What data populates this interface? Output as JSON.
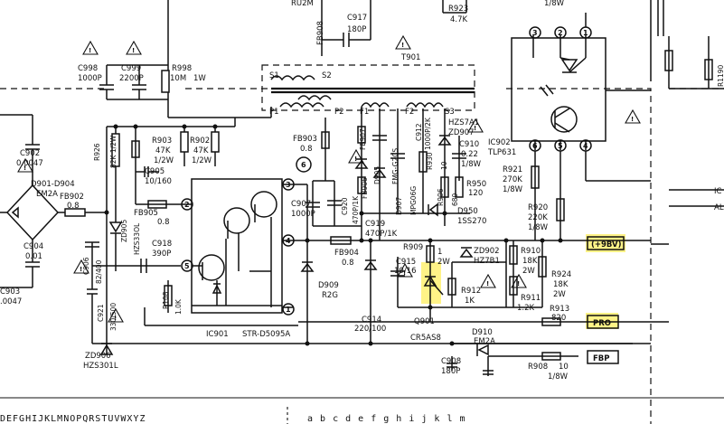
{
  "components": {
    "ru2m": "RU2M",
    "c917": [
      "C917",
      "180P"
    ],
    "fb908": "FB908",
    "r923": [
      "R923",
      "4.7K"
    ],
    "w18_top": "1/8W",
    "t901": "T901",
    "s1": "S1",
    "s2": "S2",
    "p1": "P1",
    "p2": "P2",
    "f1": "F1",
    "f2": "F2",
    "s3": "S3",
    "c998": [
      "C998",
      "1000P"
    ],
    "c999": [
      "C999",
      "2200P"
    ],
    "r998": [
      "R998",
      "10M",
      "1W"
    ],
    "c902": [
      "C902",
      "0.0047"
    ],
    "d901": [
      "D901-D904",
      "EM2A"
    ],
    "fb902": [
      "FB902",
      "0.8"
    ],
    "c904": [
      "C904",
      "0.01"
    ],
    "c903": [
      "C903",
      ".0047"
    ],
    "r926": [
      "R926",
      "82K 1/2W"
    ],
    "r903": [
      "R903",
      "47K",
      "1/2W"
    ],
    "r902": [
      "R902",
      "47K",
      "1/2W"
    ],
    "c905": [
      "C905",
      "10/160"
    ],
    "fb905": [
      "FB905",
      "0.8"
    ],
    "zd905": [
      "ZD905",
      "HZS33OL"
    ],
    "c918": [
      "C918",
      "390P"
    ],
    "c906": [
      "C906",
      "82/400"
    ],
    "c921": [
      "C921",
      "330/500"
    ],
    "r108": [
      "R108",
      "1.0K"
    ],
    "zd906": [
      "ZD906",
      "HZS301L"
    ],
    "ic901": [
      "IC901",
      "STR-D5095A"
    ],
    "fb903": [
      "FB903",
      "0.8"
    ],
    "pin6": "6",
    "c907": [
      "C907",
      "1000P"
    ],
    "c920": [
      "C920",
      "470P/1K"
    ],
    "fb907": "FB907",
    "d905": [
      "D905",
      "FMG-G2CS"
    ],
    "fb906": "FB906",
    "d907": [
      "D907",
      "MPG06G"
    ],
    "c919": [
      "C919",
      "470P/1K"
    ],
    "c912": [
      "C912",
      "1000P/2K"
    ],
    "r930": [
      "R930",
      "10"
    ],
    "r906": [
      "R906",
      "680"
    ],
    "hzs7a1": "HZS7A1",
    "zd907": "ZD907",
    "c910": [
      "C910",
      "0.22",
      "1/8W"
    ],
    "r950": [
      "R950",
      "120"
    ],
    "d950": [
      "D950",
      "1SS270"
    ],
    "fb904": [
      "FB904",
      "0.8"
    ],
    "d909": [
      "D909",
      "R2G"
    ],
    "r909": [
      "R909",
      "1",
      "2W"
    ],
    "c915": [
      "C915",
      "10/16"
    ],
    "zd902": [
      "ZD902",
      "HZ7B1"
    ],
    "r910": [
      "R910",
      "18K",
      "2W"
    ],
    "r924": [
      "R924",
      "18K",
      "2W"
    ],
    "r912": [
      "R912",
      "1K"
    ],
    "r911": [
      "R911",
      "1.2K"
    ],
    "q901": "Q901",
    "c914": [
      "C914",
      "220/100"
    ],
    "cr5as8": "CR5AS8",
    "r913": [
      "R913",
      "820"
    ],
    "d910": [
      "D910",
      "EM2A"
    ],
    "c908": [
      "C908",
      "180P"
    ],
    "r908": [
      "R908",
      "10",
      "1/8W"
    ],
    "ic902": [
      "IC902",
      "TLP631"
    ],
    "r921": [
      "R921",
      "270K",
      "1/8W"
    ],
    "r920": [
      "R920",
      "220K",
      "1/8W"
    ],
    "r1190": "R1190",
    "ic_right": "IC",
    "al_right": "AL"
  },
  "pins": [
    "1",
    "2",
    "3",
    "4",
    "5",
    "6"
  ],
  "ic902_pins": [
    "3",
    "2",
    "1",
    "6",
    "5",
    "4"
  ],
  "signals": {
    "b9v": "(+9BV)",
    "pro": "PRO",
    "fbp": "FBP"
  },
  "footer": {
    "left": "DEFGHIJKLMNOPQRSTUVWXYZ",
    "right": "a b c d e f g h i j k l m"
  },
  "colors": {
    "highlight": "#fff27a",
    "ink": "#111111"
  }
}
